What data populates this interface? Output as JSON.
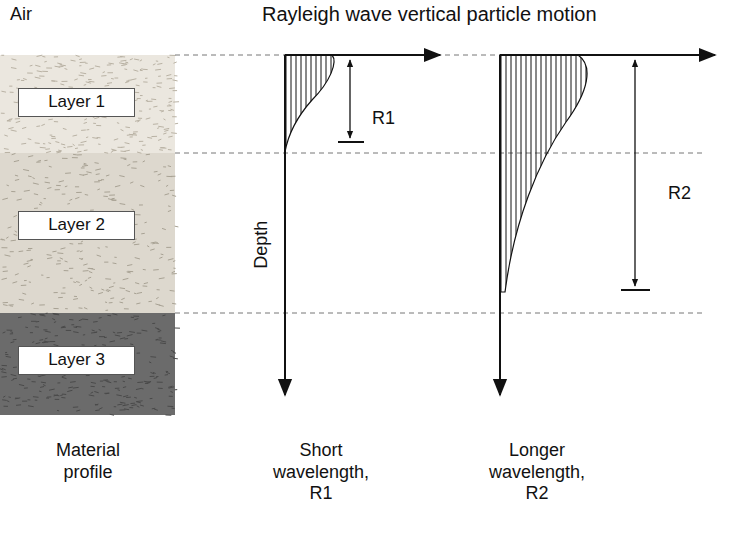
{
  "diagram": {
    "nodes": [
      {
        "text": [
          "Layer 1"
        ]
      },
      {
        "text": [
          "Layer 2"
        ]
      },
      {
        "text": [
          "Layer 3"
        ]
      }
    ],
    "labels": [
      "Air",
      "Rayleigh wave vertical particle motion",
      "R1",
      "Depth",
      "R2",
      "Material profile",
      "Short wavelength, R1",
      "Longer wavelength, R2"
    ]
  }
}
